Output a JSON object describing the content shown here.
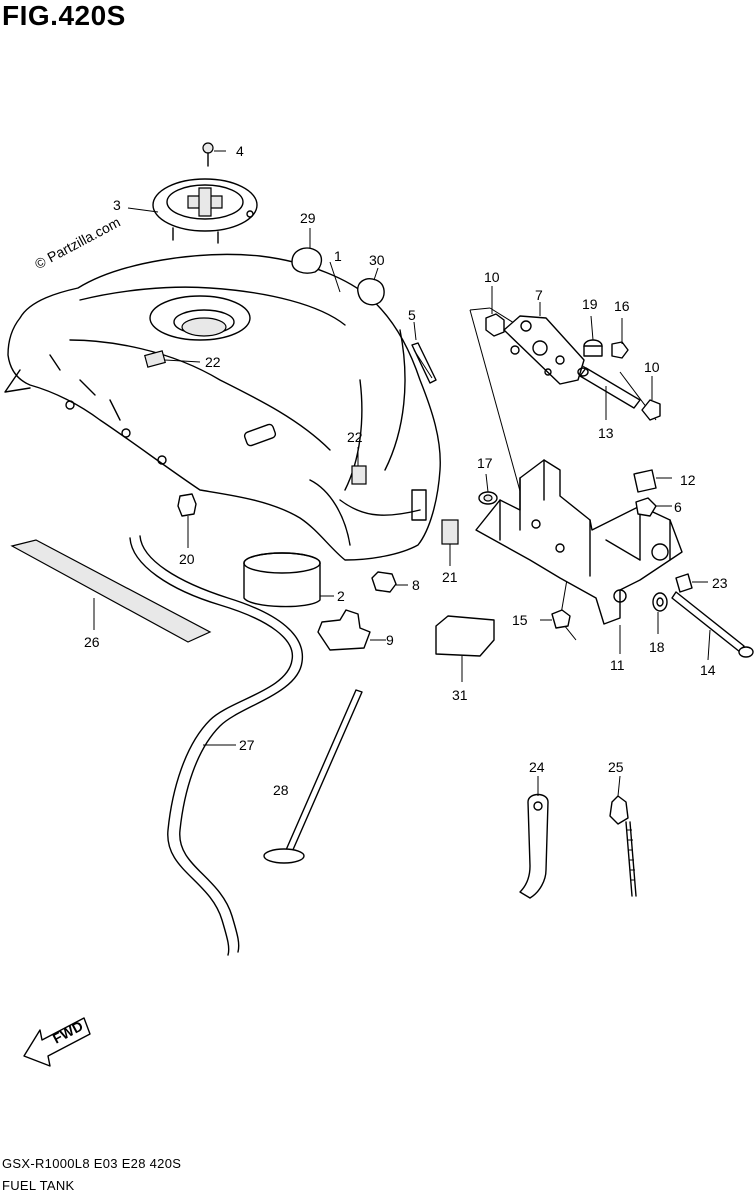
{
  "figure": {
    "title": "FIG.420S",
    "watermark": "© Partzilla.com",
    "footer_code": "GSX-R1000L8  E03  E28  420S",
    "footer_name": "FUEL TANK",
    "fwd_label": "FWD"
  },
  "callouts": {
    "c1": "1",
    "c2": "2",
    "c3": "3",
    "c4": "4",
    "c5": "5",
    "c6": "6",
    "c7": "7",
    "c8": "8",
    "c9": "9",
    "c10a": "10",
    "c10b": "10",
    "c11": "11",
    "c12": "12",
    "c13": "13",
    "c14": "14",
    "c15": "15",
    "c16": "16",
    "c17": "17",
    "c18": "18",
    "c19": "19",
    "c20": "20",
    "c21": "21",
    "c22a": "22",
    "c22b": "22",
    "c23": "23",
    "c24": "24",
    "c25": "25",
    "c26": "26",
    "c27": "27",
    "c28": "28",
    "c29": "29",
    "c30": "30",
    "c31": "31"
  }
}
